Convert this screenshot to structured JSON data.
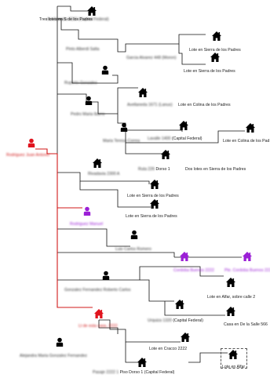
{
  "nodes": [
    {
      "id": "n1",
      "kind": "house",
      "color": "#000000",
      "label": "Tres lotes en S de los Padres",
      "blurred": false
    },
    {
      "id": "n1b",
      "kind": "text",
      "label": "Avellaneda 2222 (Capital Federal)",
      "blurred": true
    },
    {
      "id": "n2",
      "kind": "house",
      "color": "#000000",
      "label": "Lote en Sierra de los Padres",
      "blurred": false
    },
    {
      "id": "n2b",
      "kind": "text",
      "label": "Pinto Alberdi Salta",
      "blurred": true
    },
    {
      "id": "n3",
      "kind": "house",
      "color": "#000000",
      "label": "Lote en Sierra de los Padres",
      "blurred": false
    },
    {
      "id": "n3b",
      "kind": "text",
      "label": "Garcia Alvarez 448 (Moron)",
      "blurred": true
    },
    {
      "id": "n4",
      "kind": "person",
      "color": "#000000",
      "label": "Ruperto Gonzalez",
      "blurred": true
    },
    {
      "id": "n5",
      "kind": "house",
      "color": "#000000",
      "label": "Lote en Colina de los Padres",
      "blurred": false
    },
    {
      "id": "n5b",
      "kind": "text",
      "label": "Avellaneda 1671 (Lanus)",
      "blurred": true
    },
    {
      "id": "n6",
      "kind": "person",
      "color": "#000000",
      "label": "Pedro Maria Ibarra",
      "blurred": true
    },
    {
      "id": "n7",
      "kind": "house",
      "color": "#000000",
      "label": "(Capital Federal)",
      "blurred": false,
      "blur_prefix": "Lavalle 1400"
    },
    {
      "id": "n8",
      "kind": "house",
      "color": "#000000",
      "label": "Lote en Colina de los Pad",
      "blurred": false
    },
    {
      "id": "n9",
      "kind": "person",
      "color": "#000000",
      "label": "Maria Teresa Correa",
      "blurred": true
    },
    {
      "id": "n10",
      "kind": "house",
      "color": "#000000",
      "label": "Dos lotes en Sierra de los Padres",
      "blurred": false
    },
    {
      "id": "n10b",
      "kind": "text",
      "label": "Dorso 1",
      "blurred": false,
      "blur_prefix": "Ruta 226"
    },
    {
      "id": "root",
      "kind": "person",
      "color": "#e0141e",
      "label": "Rodriguez Juan Antonio",
      "blurred": true
    },
    {
      "id": "n11",
      "kind": "house",
      "color": "#000000",
      "label": "Rivadavia 2300 A",
      "blurred": true
    },
    {
      "id": "n12",
      "kind": "house",
      "color": "#000000",
      "label": "Lote en Sierra de los Padres",
      "blurred": false
    },
    {
      "id": "n13",
      "kind": "house",
      "color": "#000000",
      "label": "Lote en Sierra de los Padres",
      "blurred": false
    },
    {
      "id": "n14",
      "kind": "person",
      "color": "#9b1fd6",
      "label": "Rodriguez Manuel",
      "blurred": true
    },
    {
      "id": "n15",
      "kind": "person",
      "color": "#000000",
      "label": "Luis Carlos Romero",
      "blurred": true
    },
    {
      "id": "n16",
      "kind": "house",
      "color": "#9b1fd6",
      "label": "Cordoba Buenos 2222",
      "blurred": true
    },
    {
      "id": "n17",
      "kind": "house",
      "color": "#9b1fd6",
      "label": "Pte. Cordoba Buenos 2222",
      "blurred": true
    },
    {
      "id": "n18",
      "kind": "person",
      "color": "#000000",
      "label": "Gonzalez Fernandez Roberto Carlos",
      "blurred": true
    },
    {
      "id": "n19",
      "kind": "house",
      "color": "#000000",
      "label": "Lote en Alfar, sobre calle 2",
      "blurred": false
    },
    {
      "id": "n20",
      "kind": "house",
      "color": "#000000",
      "label": "(Capital Federal)",
      "blurred": false,
      "blur_prefix": "Urquiza 1320"
    },
    {
      "id": "n21",
      "kind": "house",
      "color": "#000000",
      "label": "Casa en De la Salle 566",
      "blurred": false
    },
    {
      "id": "n22",
      "kind": "house",
      "color": "#e0141e",
      "label": "Lt de esta casa, 2222",
      "blurred": true
    },
    {
      "id": "n23",
      "kind": "house",
      "color": "#000000",
      "label": "Lote en Cracco 2222",
      "blurred": false
    },
    {
      "id": "n24",
      "kind": "person",
      "color": "#000000",
      "label": "Alejandra Maria Gonzalez Fernandez",
      "blurred": true
    },
    {
      "id": "n25",
      "kind": "house",
      "color": "#000000",
      "label": "Piso Dorso 1 (Capital Federal)",
      "blurred": false,
      "blur_prefix": "Pasaje 2222 1"
    },
    {
      "id": "n26",
      "kind": "house",
      "color": "#000000",
      "label": "Lote en Alfar",
      "blurred": false,
      "focused": true
    }
  ]
}
